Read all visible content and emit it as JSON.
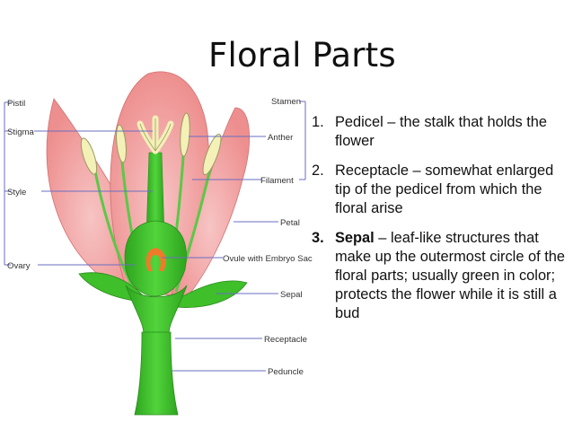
{
  "title": "Floral Parts",
  "labels": {
    "left": [
      "Pistil",
      "Stigma",
      "Style",
      "Ovary"
    ],
    "right": [
      "Stamen",
      "Anther",
      "Filament",
      "Petal",
      "Ovule with Embryo Sac",
      "Sepal",
      "Receptacle",
      "Peduncle"
    ]
  },
  "notes": [
    {
      "num": "1.",
      "term": "Pedicel",
      "text": "Pedicel – the stalk that holds the flower"
    },
    {
      "num": "2.",
      "term": "Receptacle",
      "text": "Receptacle – somewhat enlarged tip of the pedicel from which the floral arise"
    },
    {
      "num": "3.",
      "term": "Sepal",
      "rest": " – leaf-like structures that make up the outermost circle of the floral parts; usually green in color; protects the flower while it is still a bud"
    }
  ],
  "colors": {
    "petal": "#f2a0a0",
    "green": "#3fbf2a",
    "stamen": "#f3f0b8",
    "ovary": "#f07a2a",
    "line": "#6a6ec2"
  }
}
